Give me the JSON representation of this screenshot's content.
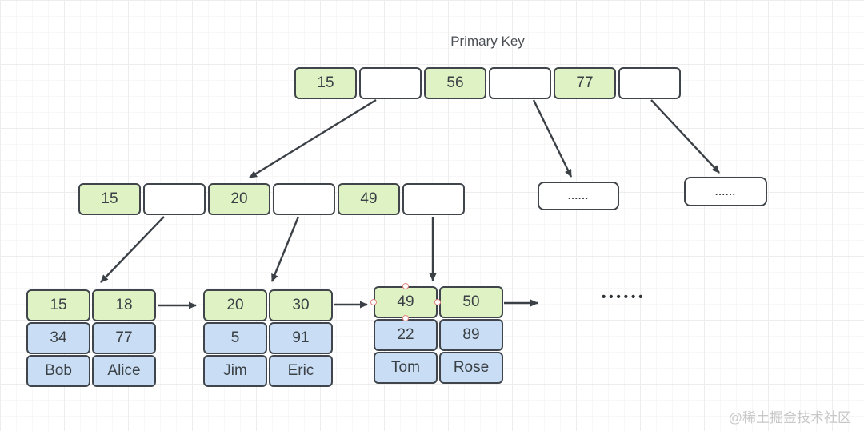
{
  "title": "Primary Key",
  "watermark": "@稀土掘金技术社区",
  "trailing_dots": "••••••",
  "colors": {
    "key_fill": "#def2c4",
    "record_fill": "#c9def4",
    "border": "#3f454a",
    "arrow": "#3a4045",
    "handle_border": "#e0867f",
    "watermark_text": "#c8c8c8"
  },
  "tree": {
    "root": {
      "cells": [
        "15",
        "",
        "56",
        "",
        "77",
        ""
      ]
    },
    "internal": {
      "cells": [
        "15",
        "",
        "20",
        "",
        "49",
        ""
      ]
    },
    "ellipsis_boxes": [
      {
        "label": "......"
      },
      {
        "label": "......"
      }
    ],
    "leaves": [
      {
        "keys": [
          "15",
          "18"
        ],
        "values": [
          "34",
          "77"
        ],
        "names": [
          "Bob",
          "Alice"
        ]
      },
      {
        "keys": [
          "20",
          "30"
        ],
        "values": [
          "5",
          "91"
        ],
        "names": [
          "Jim",
          "Eric"
        ]
      },
      {
        "keys": [
          "49",
          "50"
        ],
        "values": [
          "22",
          "89"
        ],
        "names": [
          "Tom",
          "Rose"
        ]
      }
    ]
  }
}
